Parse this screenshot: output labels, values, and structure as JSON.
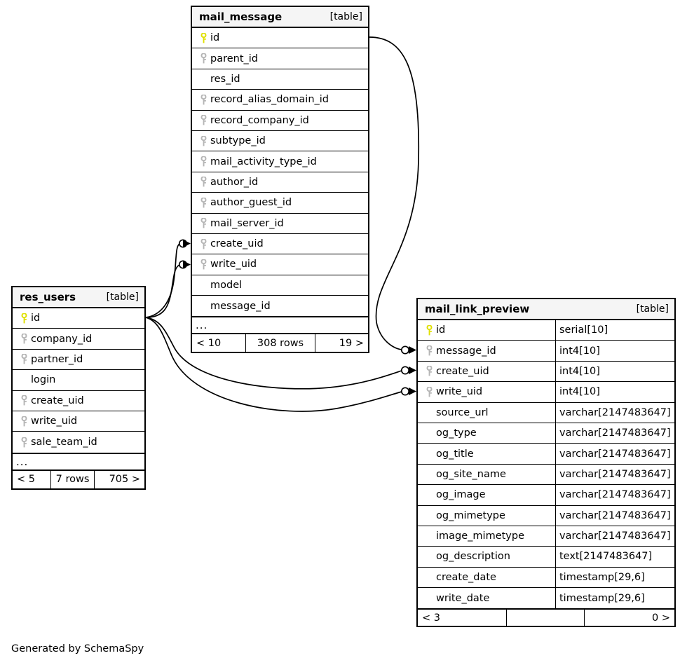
{
  "diagram": {
    "tool_credit": "Generated by SchemaSpy",
    "kind_label": "[table]",
    "ellipsis": "...",
    "pk_color": "#e8e800",
    "fk_color": "#b5b5b5",
    "edge_color": "#000000",
    "header_bg": "#f5f5f5"
  },
  "tables": {
    "mail_message": {
      "name": "mail_message",
      "kind": "[table]",
      "columns": [
        {
          "name": "id",
          "key": "pk",
          "type": ""
        },
        {
          "name": "parent_id",
          "key": "fk",
          "type": ""
        },
        {
          "name": "res_id",
          "key": "none",
          "type": ""
        },
        {
          "name": "record_alias_domain_id",
          "key": "fk",
          "type": ""
        },
        {
          "name": "record_company_id",
          "key": "fk",
          "type": ""
        },
        {
          "name": "subtype_id",
          "key": "fk",
          "type": ""
        },
        {
          "name": "mail_activity_type_id",
          "key": "fk",
          "type": ""
        },
        {
          "name": "author_id",
          "key": "fk",
          "type": ""
        },
        {
          "name": "author_guest_id",
          "key": "fk",
          "type": ""
        },
        {
          "name": "mail_server_id",
          "key": "fk",
          "type": ""
        },
        {
          "name": "create_uid",
          "key": "fk",
          "type": ""
        },
        {
          "name": "write_uid",
          "key": "fk",
          "type": ""
        },
        {
          "name": "model",
          "key": "none",
          "type": ""
        },
        {
          "name": "message_id",
          "key": "none",
          "type": ""
        }
      ],
      "footer": {
        "prev": "< 10",
        "rows": "308 rows",
        "next": "19 >"
      }
    },
    "res_users": {
      "name": "res_users",
      "kind": "[table]",
      "columns": [
        {
          "name": "id",
          "key": "pk",
          "type": ""
        },
        {
          "name": "company_id",
          "key": "fk",
          "type": ""
        },
        {
          "name": "partner_id",
          "key": "fk",
          "type": ""
        },
        {
          "name": "login",
          "key": "none",
          "type": ""
        },
        {
          "name": "create_uid",
          "key": "fk",
          "type": ""
        },
        {
          "name": "write_uid",
          "key": "fk",
          "type": ""
        },
        {
          "name": "sale_team_id",
          "key": "fk",
          "type": ""
        }
      ],
      "footer": {
        "prev": "< 5",
        "rows": "7 rows",
        "next": "705 >"
      }
    },
    "mail_link_preview": {
      "name": "mail_link_preview",
      "kind": "[table]",
      "columns": [
        {
          "name": "id",
          "key": "pk",
          "type": "serial[10]"
        },
        {
          "name": "message_id",
          "key": "fk",
          "type": "int4[10]"
        },
        {
          "name": "create_uid",
          "key": "fk",
          "type": "int4[10]"
        },
        {
          "name": "write_uid",
          "key": "fk",
          "type": "int4[10]"
        },
        {
          "name": "source_url",
          "key": "none",
          "type": "varchar[2147483647]"
        },
        {
          "name": "og_type",
          "key": "none",
          "type": "varchar[2147483647]"
        },
        {
          "name": "og_title",
          "key": "none",
          "type": "varchar[2147483647]"
        },
        {
          "name": "og_site_name",
          "key": "none",
          "type": "varchar[2147483647]"
        },
        {
          "name": "og_image",
          "key": "none",
          "type": "varchar[2147483647]"
        },
        {
          "name": "og_mimetype",
          "key": "none",
          "type": "varchar[2147483647]"
        },
        {
          "name": "image_mimetype",
          "key": "none",
          "type": "varchar[2147483647]"
        },
        {
          "name": "og_description",
          "key": "none",
          "type": "text[2147483647]"
        },
        {
          "name": "create_date",
          "key": "none",
          "type": "timestamp[29,6]"
        },
        {
          "name": "write_date",
          "key": "none",
          "type": "timestamp[29,6]"
        }
      ],
      "footer": {
        "prev": "< 3",
        "rows": "",
        "next": "0 >"
      }
    }
  },
  "relationships": [
    {
      "from_table": "res_users",
      "from_column": "id",
      "to_table": "mail_message",
      "to_column": "create_uid"
    },
    {
      "from_table": "res_users",
      "from_column": "id",
      "to_table": "mail_message",
      "to_column": "write_uid"
    },
    {
      "from_table": "res_users",
      "from_column": "id",
      "to_table": "mail_link_preview",
      "to_column": "create_uid"
    },
    {
      "from_table": "res_users",
      "from_column": "id",
      "to_table": "mail_link_preview",
      "to_column": "write_uid"
    },
    {
      "from_table": "mail_message",
      "from_column": "id",
      "to_table": "mail_link_preview",
      "to_column": "message_id"
    }
  ]
}
